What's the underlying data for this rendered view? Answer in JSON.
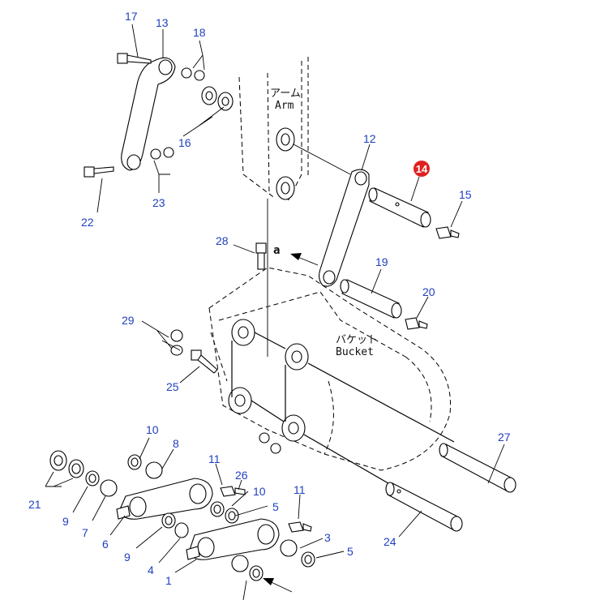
{
  "labels": {
    "arm_jp": "アーム",
    "arm_en": "Arm",
    "bucket_jp": "バケット",
    "bucket_en": "Bucket",
    "view_a": "a"
  },
  "highlight": {
    "part": "14",
    "color": "#e02020"
  },
  "part_numbers": {
    "p17": "17",
    "p13": "13",
    "p18": "18",
    "p16": "16",
    "p23": "23",
    "p22": "22",
    "p12": "12",
    "p14": "14",
    "p15": "15",
    "p28": "28",
    "p19": "19",
    "p20": "20",
    "p29": "29",
    "p25": "25",
    "p27": "27",
    "p24": "24",
    "p10a": "10",
    "p8": "8",
    "p11a": "11",
    "p26": "26",
    "p10b": "10",
    "p5a": "5",
    "p11b": "11",
    "p21": "21",
    "p9a": "9",
    "p7": "7",
    "p6": "6",
    "p9b": "9",
    "p4": "4",
    "p3": "3",
    "p5b": "5",
    "p1": "1"
  }
}
